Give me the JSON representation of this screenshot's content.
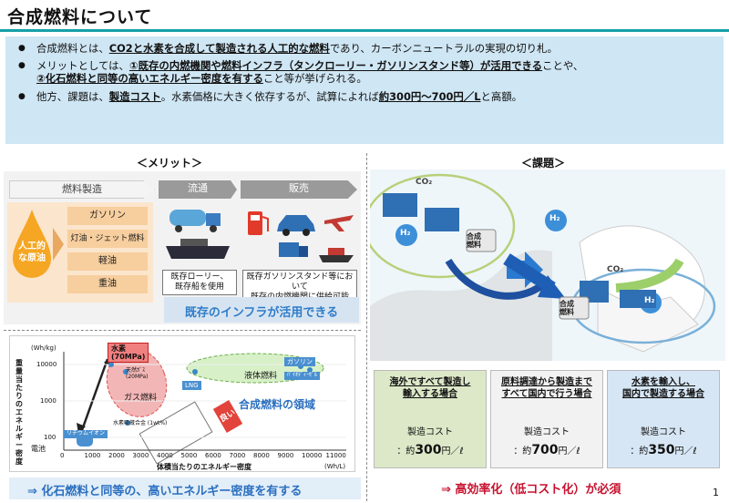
{
  "title": "合成燃料について",
  "bullets": [
    {
      "parts": [
        {
          "t": "合成燃料とは、",
          "s": "n"
        },
        {
          "t": "CO2と水素を合成して製造される人工的な燃料",
          "s": "k"
        },
        {
          "t": "であり、カーボンニュートラルの実現の切り札。",
          "s": "n"
        }
      ]
    },
    {
      "parts": [
        {
          "t": "メリットとしては、",
          "s": "n"
        },
        {
          "t": "①既存の内燃機関や燃料インフラ（タンクローリー・ガソリンスタンド等）が活用できる",
          "s": "k"
        },
        {
          "t": "ことや、",
          "s": "n"
        }
      ],
      "cont": [
        {
          "t": "②化石燃料と同等の高いエネルギー密度を有する",
          "s": "k"
        },
        {
          "t": "こと等が挙げられる。",
          "s": "n"
        }
      ]
    },
    {
      "parts": [
        {
          "t": "他方、課題は、",
          "s": "n"
        },
        {
          "t": "製造コスト",
          "s": "k"
        },
        {
          "t": "。水素価格に大きく依存するが、試算によれば",
          "s": "n"
        },
        {
          "t": "約300円～700円／L",
          "s": "k"
        },
        {
          "t": "と高額。",
          "s": "n"
        }
      ]
    }
  ],
  "merit": {
    "heading": "＜メリット＞",
    "stages": [
      "燃料製造",
      "流通",
      "販売"
    ],
    "source": "人工的\nな原油",
    "fuels": [
      "ガソリン",
      "灯油・ジェット燃料",
      "軽油",
      "重油"
    ],
    "distribution_note": "既存ローリー、\n既存船を使用",
    "sales_note": "既存ガソリンスタンド等において\n既存の内燃機関に供給可能",
    "infra_caption": "既存のインフラが活用できる"
  },
  "energy_chart": {
    "y_unit": "(Wh/kg)",
    "y_label": "重量当たりのエネルギー密度",
    "x_label": "体積当たりのエネルギー密度",
    "x_unit": "(Wh/L)",
    "y_ticks": [
      "10000",
      "1000",
      "100"
    ],
    "x_ticks": [
      "0",
      "1000",
      "2000",
      "3000",
      "4000",
      "5000",
      "6000",
      "7000",
      "8000",
      "9000",
      "10000",
      "11000"
    ],
    "labels": {
      "hydrogen": "水素\n(70MPa)",
      "natural_gas": "天然ｶﾞｽ\n(20MPa)",
      "gas_fuel": "ガス燃料",
      "liquid_fuel": "液体燃料",
      "gasoline": "ガソリン",
      "biodiesel": "ﾊﾞｲｵﾃﾞｨｰｾﾞﾙ",
      "lng": "LNG",
      "hydride": "水素吸蔵合金 (1wt%)",
      "lithium": "リチウムイオン",
      "battery": "電池",
      "region": "合成燃料の領域",
      "good": "良い"
    },
    "caption": "⇒ 化石燃料と同等の、高いエネルギー密度を有する"
  },
  "issues": {
    "heading": "＜課題＞",
    "map_labels": {
      "co2a": "CO₂",
      "co2b": "CO₂",
      "h2a": "H₂",
      "h2b": "H₂",
      "h2c": "H₂",
      "fuel_a": "合成\n燃料",
      "fuel_b": "合成\n燃料"
    },
    "scenarios": [
      {
        "title": "海外ですべて製造し\n輸入する場合",
        "cost_label": "製造コスト",
        "cost_prefix": "：約",
        "cost_value": "300",
        "cost_unit": "円／ℓ",
        "bg": "#dce8c8"
      },
      {
        "title": "原料調達から製造まで\nすべて国内で行う場合",
        "cost_label": "製造コスト",
        "cost_prefix": "：約",
        "cost_value": "700",
        "cost_unit": "円／ℓ",
        "bg": "#f2f2f2"
      },
      {
        "title": "水素を輸入し、\n国内で製造する場合",
        "cost_label": "製造コスト",
        "cost_prefix": "：約",
        "cost_value": "350",
        "cost_unit": "円／ℓ",
        "bg": "#d6e6f4"
      }
    ],
    "caption": "⇒ 高効率化（低コスト化）が必須"
  },
  "page_number": "1"
}
